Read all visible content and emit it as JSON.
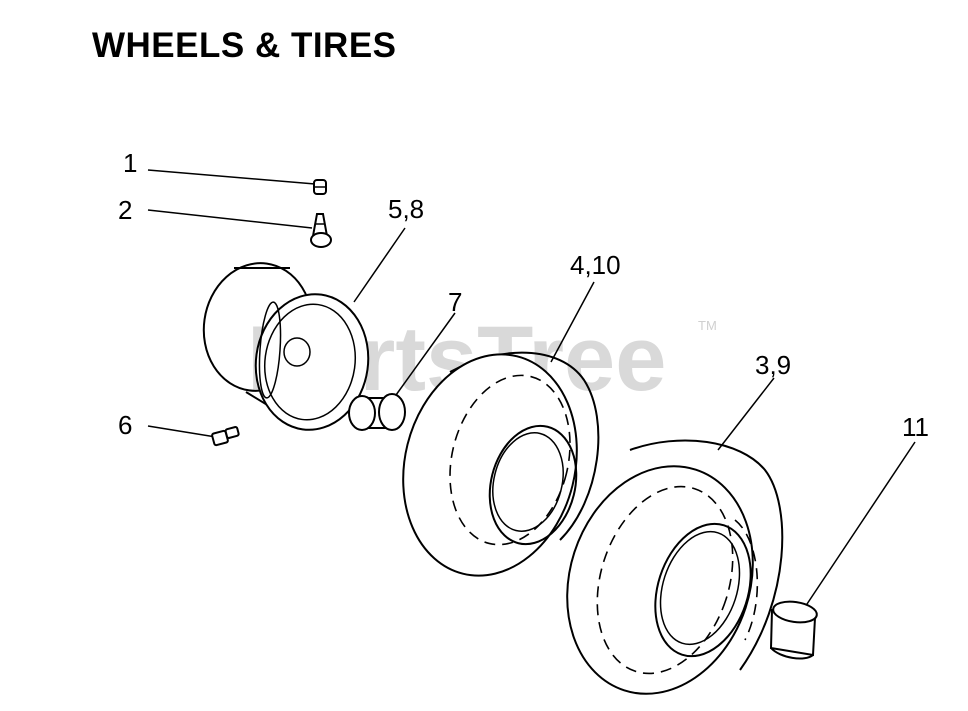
{
  "title": "WHEELS & TIRES",
  "watermark": {
    "text": "PartsTree",
    "trademark": "TM"
  },
  "callouts": {
    "c1": "1",
    "c2": "2",
    "c58": "5,8",
    "c410": "4,10",
    "c7": "7",
    "c39": "3,9",
    "c6": "6",
    "c11": "11"
  },
  "colors": {
    "line": "#000000",
    "watermark": "#d9d9d9",
    "background": "#ffffff"
  }
}
